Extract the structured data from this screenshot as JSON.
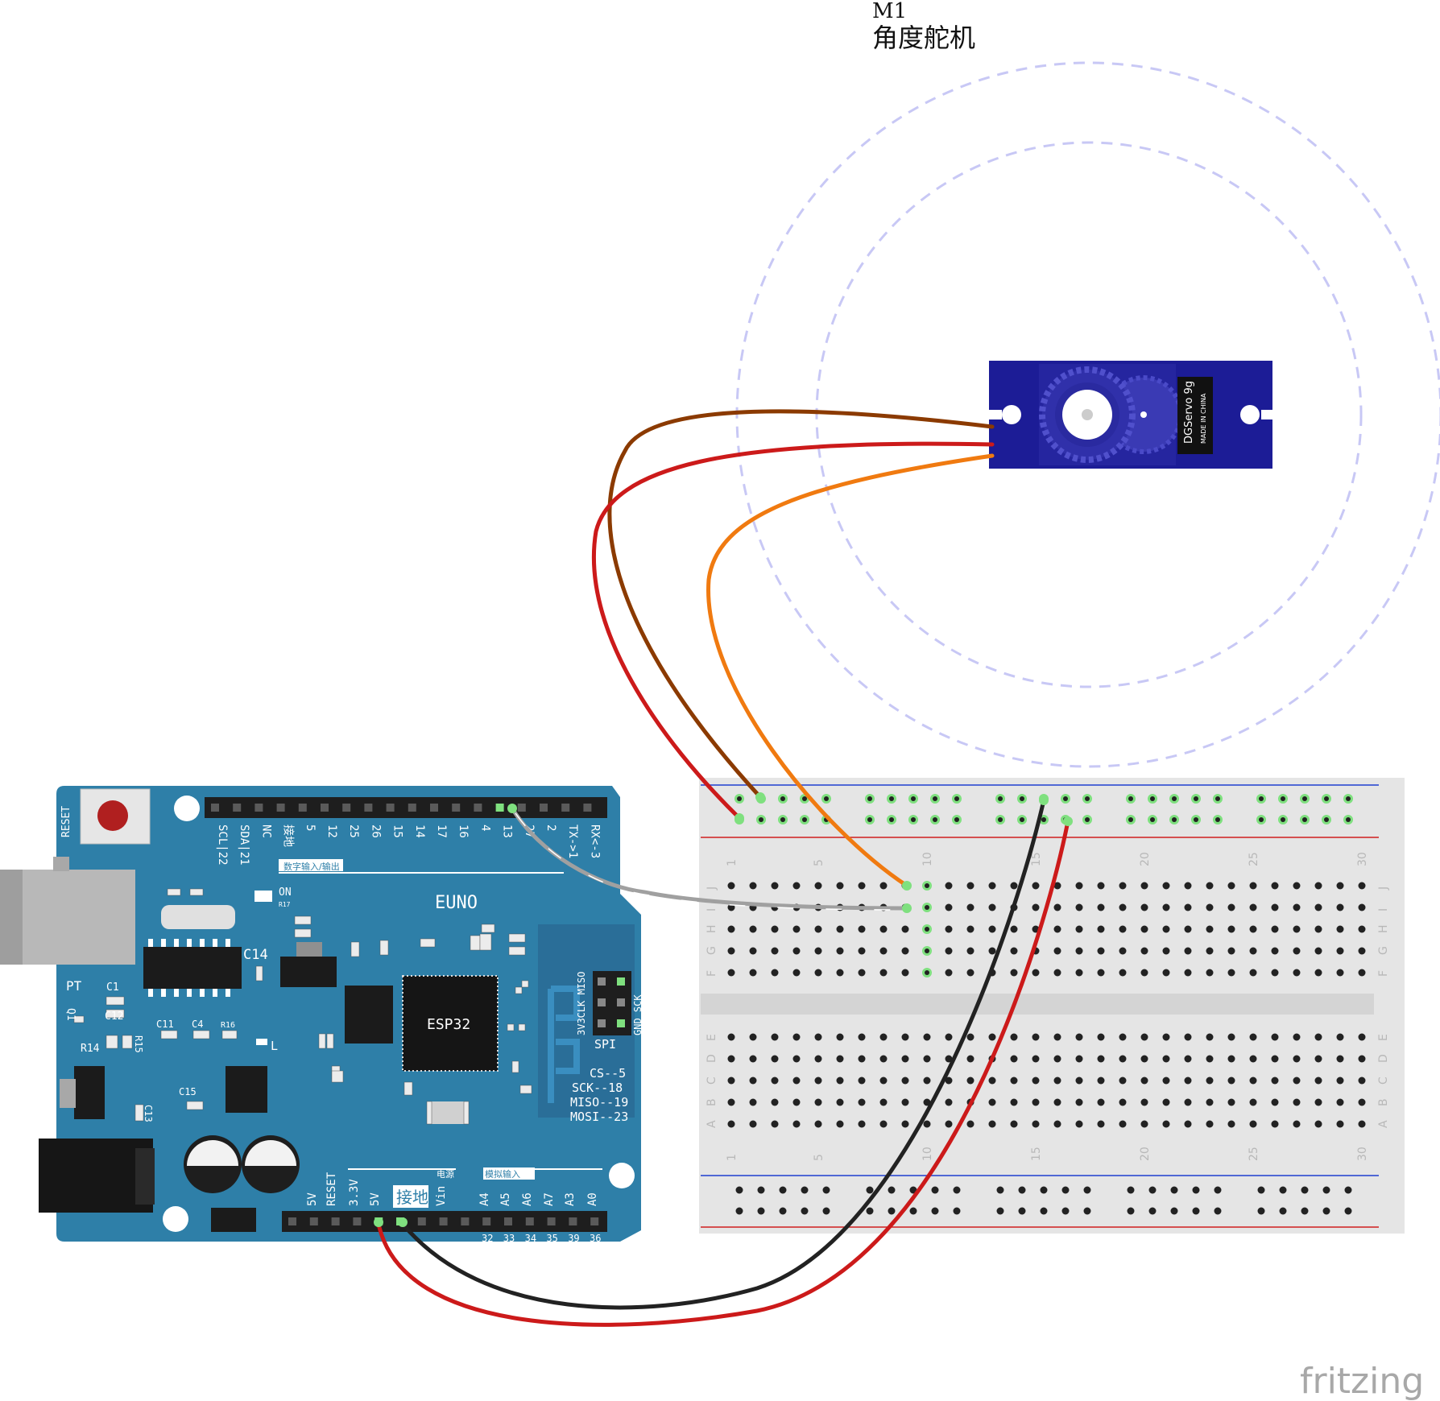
{
  "servo": {
    "ref": "M1",
    "name": "角度舵机",
    "model": "DGServo 9g",
    "made_in": "MADE IN CHINA"
  },
  "board": {
    "reset_label": "RESET",
    "title": "EUNO",
    "mcu": "ESP32",
    "digital_section": "数字输入/输出",
    "power_section": "电源",
    "analog_section": "模拟输入",
    "on_label": "ON",
    "l_label": "L",
    "spi_label": "SPI",
    "spi_left_pins": "3V3CLK MISO",
    "spi_right_pins": "GND SCK",
    "top_pins": [
      "SCL|22",
      "SDA|21",
      "NC",
      "接地",
      "5",
      "12",
      "25",
      "26",
      "15",
      "14",
      "17",
      "16",
      "4",
      "13",
      "27",
      "2",
      "TX->1",
      "RX<-3"
    ],
    "bottom_pins": [
      "5V",
      "RESET",
      "3.3V",
      "5V",
      "接地",
      "Vin",
      "A4",
      "A5",
      "A6",
      "A7",
      "A3",
      "A0"
    ],
    "bottom_pin_numbers": [
      "32",
      "33",
      "34",
      "35",
      "39",
      "36"
    ],
    "spi_map": [
      "CS--5",
      "SCK--18",
      "MISO--19",
      "MOSI--23"
    ],
    "component_labels": {
      "c14": "C14",
      "c1": "C1",
      "c12": "C12",
      "c11": "C11",
      "c4": "C4",
      "r16": "R16",
      "r14": "R14",
      "r15": "R15",
      "c15": "C15",
      "c13": "C13",
      "pt": "PT",
      "q1": "Q1",
      "r17": "R17"
    }
  },
  "breadboard": {
    "column_numbers": [
      "1",
      "5",
      "10",
      "15",
      "20",
      "25",
      "30"
    ],
    "row_letters_top": [
      "J",
      "I",
      "H",
      "G",
      "F"
    ],
    "row_letters_bottom": [
      "E",
      "D",
      "C",
      "B",
      "A"
    ]
  },
  "colors": {
    "board_blue": "#2e7fa8",
    "servo_blue": "#1c1c96",
    "wire_red": "#cc1a1a",
    "wire_brown": "#8b3a00",
    "wire_orange": "#f07a10",
    "wire_black": "#222222",
    "wire_gray": "#a0a0a0",
    "rail_blue": "#1f3fd0",
    "rail_red": "#d01f1f",
    "hole_green": "#7fe07f"
  },
  "watermark": "fritzing"
}
